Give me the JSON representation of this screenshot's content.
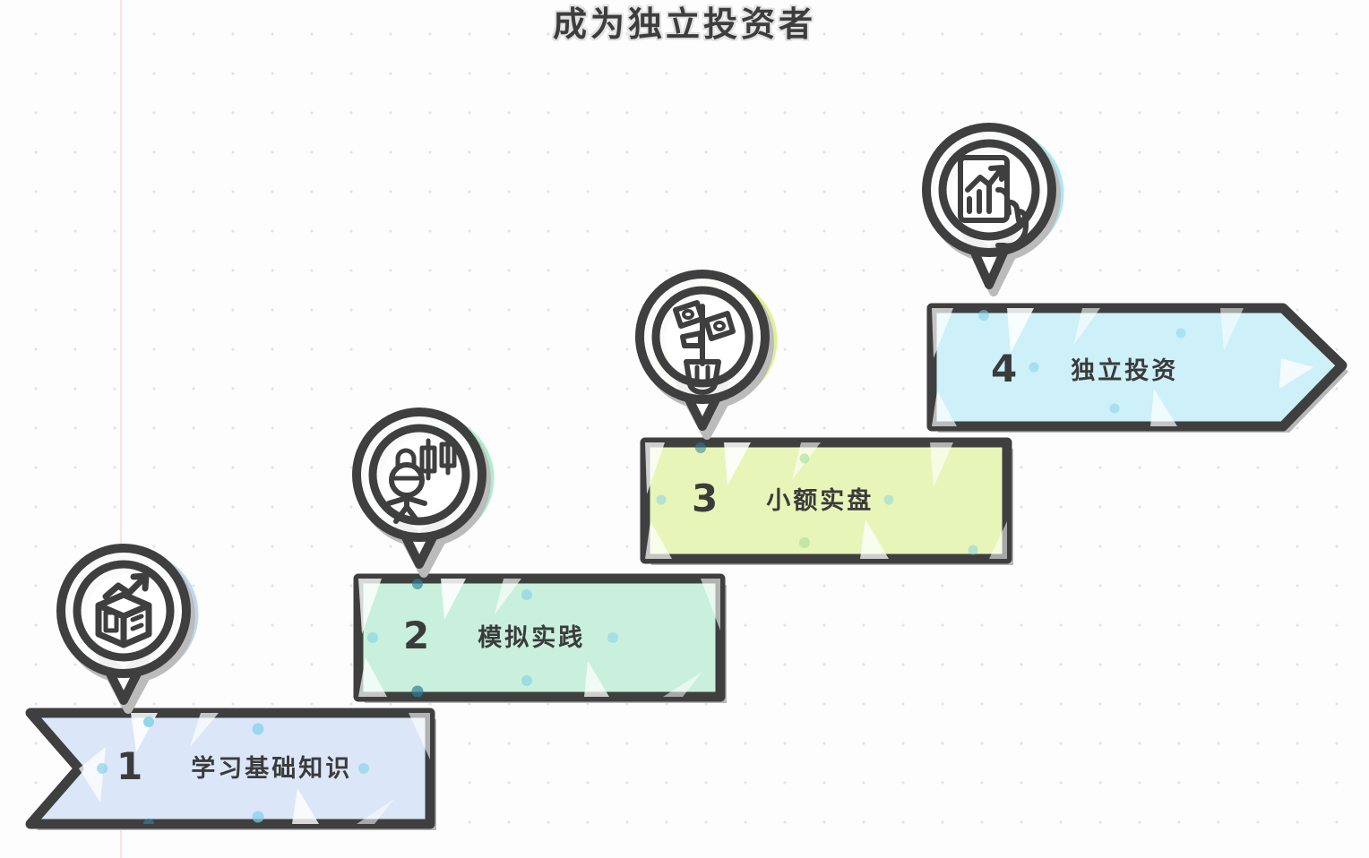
{
  "page": {
    "title": "成为独立投资者",
    "background": "#fdfdfd",
    "dot_color": "#e3e3e3",
    "ink_color": "#3f3f3f",
    "shadow_color": "#b8b8b8"
  },
  "chart_data": {
    "type": "diagram",
    "subtype": "ascending-step-flow",
    "title": "成为独立投资者",
    "direction": "left-to-right ascending staircase",
    "step_count": 4,
    "steps": [
      {
        "number": "1",
        "label": "学习基础知识",
        "color": "#dbe6f8",
        "accent": "#8fc5e8",
        "icon": "book-growth-arrow-icon",
        "shape": "ribbon-notched-left"
      },
      {
        "number": "2",
        "label": "模拟实践",
        "color": "#c8f0dc",
        "accent": "#7fd9b4",
        "icon": "person-candlestick-chart-icon",
        "shape": "rectangle"
      },
      {
        "number": "3",
        "label": "小额实盘",
        "color": "#e8f5b8",
        "accent": "#c9e06a",
        "icon": "money-plant-icon",
        "shape": "rectangle"
      },
      {
        "number": "4",
        "label": "独立投资",
        "color": "#cdf0f9",
        "accent": "#8fd6ea",
        "icon": "hand-holding-report-icon",
        "shape": "arrow-right"
      }
    ]
  },
  "steps": [
    {
      "number": "1",
      "label": "学习基础知识"
    },
    {
      "number": "2",
      "label": "模拟实践"
    },
    {
      "number": "3",
      "label": "小额实盘"
    },
    {
      "number": "4",
      "label": "独立投资"
    }
  ]
}
